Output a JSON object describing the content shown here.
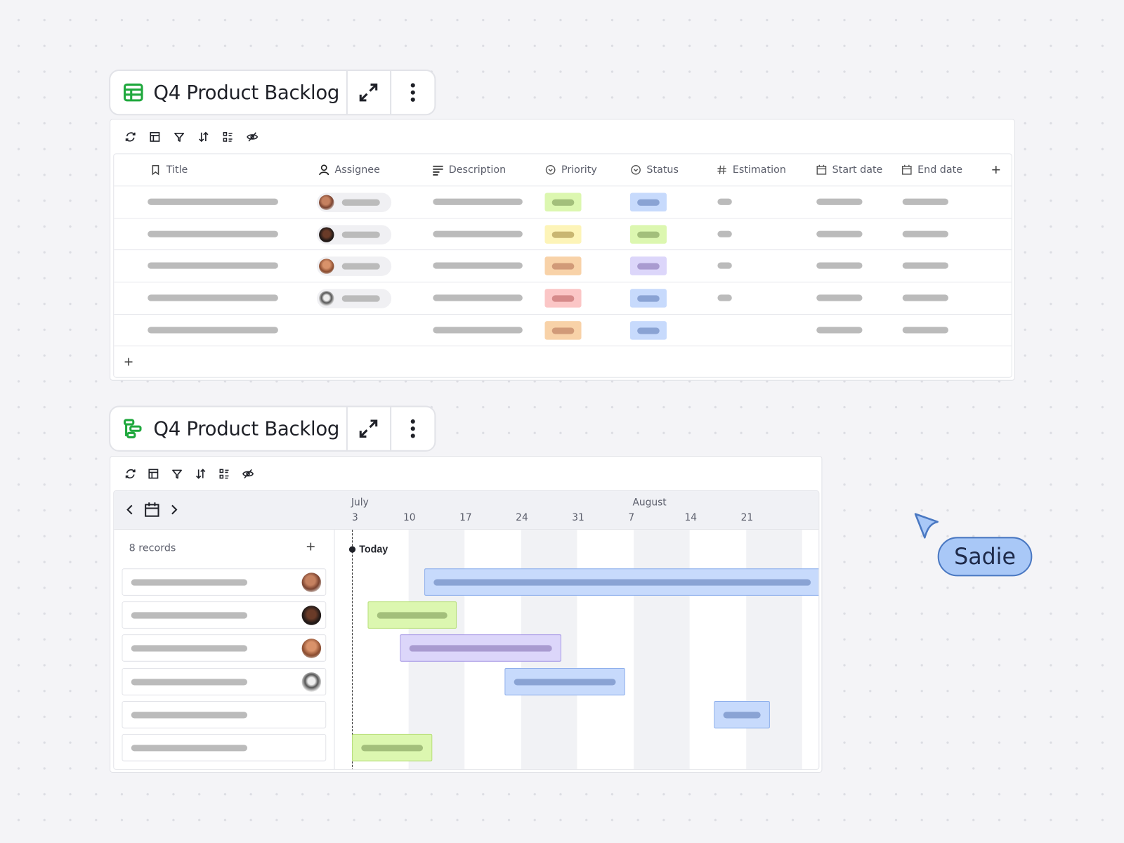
{
  "table_view": {
    "title": "Q4 Product Backlog",
    "icon": "table-grid-icon",
    "columns": [
      {
        "label": "Title",
        "icon": "bookmark-icon"
      },
      {
        "label": "Assignee",
        "icon": "person-icon"
      },
      {
        "label": "Description",
        "icon": "text-lines-icon"
      },
      {
        "label": "Priority",
        "icon": "circle-chevron-icon"
      },
      {
        "label": "Status",
        "icon": "circle-chevron-icon"
      },
      {
        "label": "Estimation",
        "icon": "hash-icon"
      },
      {
        "label": "Start date",
        "icon": "calendar-icon"
      },
      {
        "label": "End date",
        "icon": "calendar-icon"
      }
    ],
    "rows": [
      {
        "avatar": "a1",
        "priority": "green",
        "status": "blue",
        "estimation": true
      },
      {
        "avatar": "a2",
        "priority": "yellow",
        "status": "green",
        "estimation": true
      },
      {
        "avatar": "a3",
        "priority": "orange",
        "status": "purple",
        "estimation": true
      },
      {
        "avatar": "a4",
        "priority": "red",
        "status": "blue",
        "estimation": true
      },
      {
        "avatar": null,
        "priority": "orange",
        "status": "blue",
        "estimation": false
      }
    ]
  },
  "gantt_view": {
    "title": "Q4 Product Backlog",
    "icon": "gantt-icon",
    "records_label": "8 records",
    "today_label": "Today",
    "months": [
      {
        "label": "July",
        "day": 0
      },
      {
        "label": "August",
        "day": 35
      }
    ],
    "weeks": [
      "3",
      "10",
      "17",
      "24",
      "31",
      "7",
      "14",
      "21"
    ],
    "bars": [
      {
        "avatar": "a1",
        "color": "blue",
        "start": 9,
        "end": 60
      },
      {
        "avatar": "a2",
        "color": "green",
        "start": 2,
        "end": 13
      },
      {
        "avatar": "a3",
        "color": "purple",
        "start": 6,
        "end": 26
      },
      {
        "avatar": "a4",
        "color": "blue",
        "start": 19,
        "end": 34
      },
      {
        "avatar": null,
        "color": "blue",
        "start": 45,
        "end": 52
      },
      {
        "avatar": null,
        "color": "green",
        "start": 0,
        "end": 10
      }
    ]
  },
  "cursor": {
    "user": "Sadie",
    "color": "#a9c8f7"
  },
  "colors": {
    "green": [
      "#dcf7b0",
      "#a3bf7b",
      "#b7e07a"
    ],
    "yellow": [
      "#fdf4b8",
      "#c9b672",
      "#eadf8a"
    ],
    "orange": [
      "#f8d2a8",
      "#d19a78",
      "#e8b98a"
    ],
    "red": [
      "#fbc6c6",
      "#d68a8a",
      "#ee9f9f"
    ],
    "blue": [
      "#c7dafc",
      "#8aa3d4",
      "#8fb0ec"
    ],
    "purple": [
      "#dcd6fa",
      "#a99bd0",
      "#a99be6"
    ]
  }
}
